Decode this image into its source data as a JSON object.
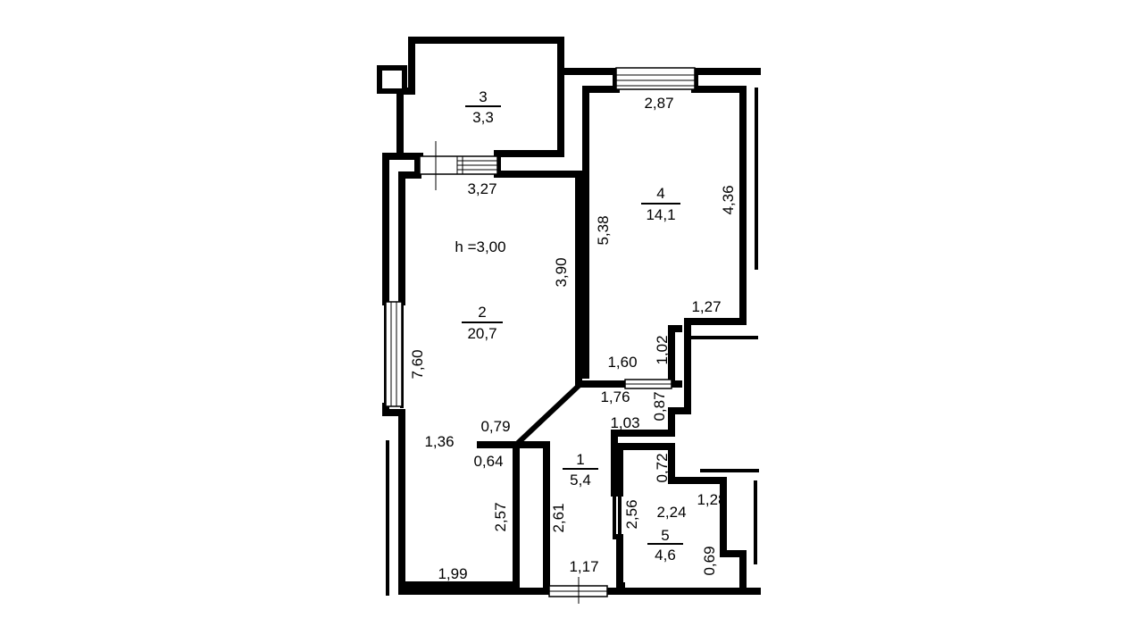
{
  "plan": {
    "ceiling_height": "h =3,00",
    "rooms": [
      {
        "id": "1",
        "area": "5,4"
      },
      {
        "id": "2",
        "area": "20,7"
      },
      {
        "id": "3",
        "area": "3,3"
      },
      {
        "id": "4",
        "area": "14,1"
      },
      {
        "id": "5",
        "area": "4,6"
      }
    ],
    "dimensions": {
      "d_2_87": "2,87",
      "d_4_36": "4,36",
      "d_5_38": "5,38",
      "d_1_27": "1,27",
      "d_1_02": "1,02",
      "d_1_60": "1,60",
      "d_1_76": "1,76",
      "d_0_87": "0,87",
      "d_1_03": "1,03",
      "d_3_27": "3,27",
      "d_3_90": "3,90",
      "d_7_60": "7,60",
      "d_0_79": "0,79",
      "d_1_36": "1,36",
      "d_0_64": "0,64",
      "d_2_57": "2,57",
      "d_1_99": "1,99",
      "d_2_61": "2,61",
      "d_1_17": "1,17",
      "d_2_56": "2,56",
      "d_0_72": "0,72",
      "d_1_28": "1,28",
      "d_2_24": "2,24",
      "d_0_69": "0,69"
    }
  }
}
